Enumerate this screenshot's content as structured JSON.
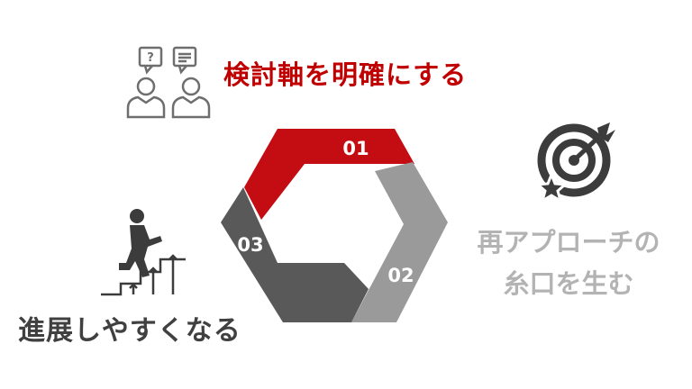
{
  "steps": [
    {
      "number": "01",
      "label": "検討軸を明確にする"
    },
    {
      "number": "02",
      "label_line1": "再アプローチの",
      "label_line2": "糸口を生む"
    },
    {
      "number": "03",
      "label": "進展しやすくなる"
    }
  ],
  "colors": {
    "step1": "#c40c13",
    "step2": "#9a9a9a",
    "step3": "#595959",
    "label1": "#c00000",
    "label2": "#b3b3b3",
    "label3": "#404040",
    "icon_light": "#6e6e6e",
    "icon_dark": "#3c3c3c"
  },
  "icons": [
    "discussion-people-icon",
    "target-arrow-icon",
    "stairs-climber-icon"
  ]
}
